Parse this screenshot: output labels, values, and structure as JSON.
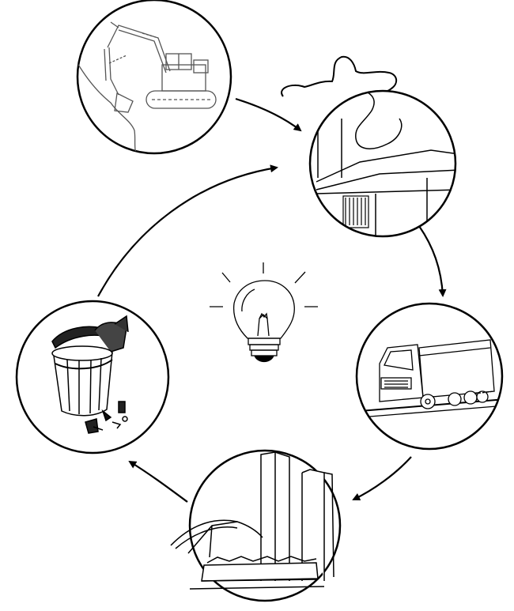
{
  "diagram": {
    "stages": [
      {
        "id": "extraction",
        "icon": "excavator-icon"
      },
      {
        "id": "manufacturing",
        "icon": "factory-smokestack-icon"
      },
      {
        "id": "transportation",
        "icon": "truck-icon"
      },
      {
        "id": "use",
        "icon": "power-plant-icon"
      },
      {
        "id": "disposal",
        "icon": "trash-can-icon"
      }
    ],
    "center_icon": "light-bulb-icon",
    "arrow_count": 5,
    "line_color": "#000000",
    "background_color": "#ffffff"
  }
}
